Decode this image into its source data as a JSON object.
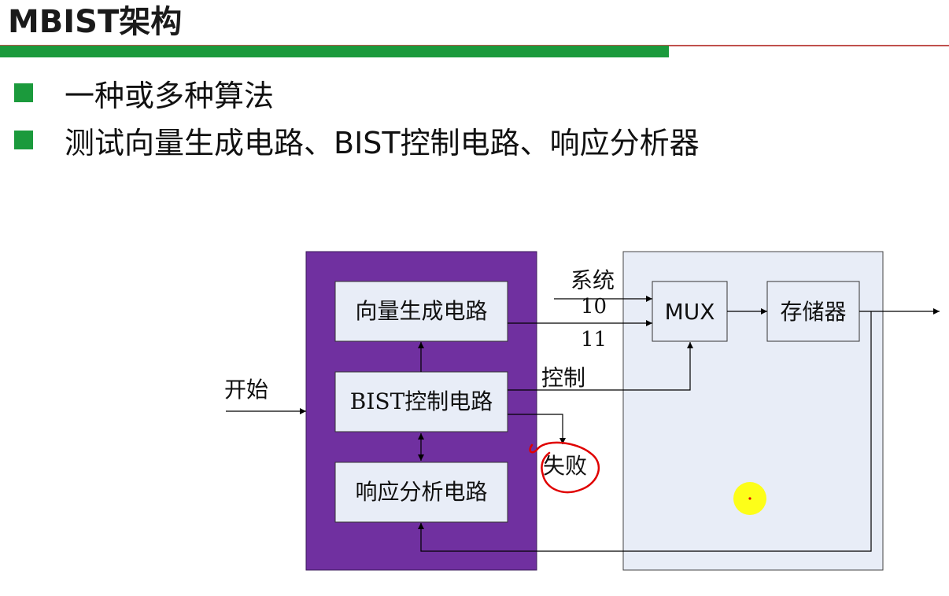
{
  "slide": {
    "title": "MBIST架构",
    "bullets": [
      "一种或多种算法",
      "测试向量生成电路、BIST控制电路、响应分析器"
    ]
  },
  "diagram": {
    "blocks": {
      "pattern_gen": "向量生成电路",
      "bist_ctrl": "BIST控制电路",
      "resp_analyzer": "响应分析电路",
      "mux": "MUX",
      "memory": "存储器"
    },
    "labels": {
      "start": "开始",
      "system": "系统",
      "sel_10": "10",
      "sel_11": "11",
      "control": "控制",
      "fail": "失败"
    }
  },
  "colors": {
    "accent_green": "#1b9a3c",
    "rule_red": "#c0504d",
    "bist_purple": "#7030a0",
    "block_fill": "#e8edf7",
    "annotation_red": "#e00000",
    "cursor_yellow": "#ffff00"
  }
}
